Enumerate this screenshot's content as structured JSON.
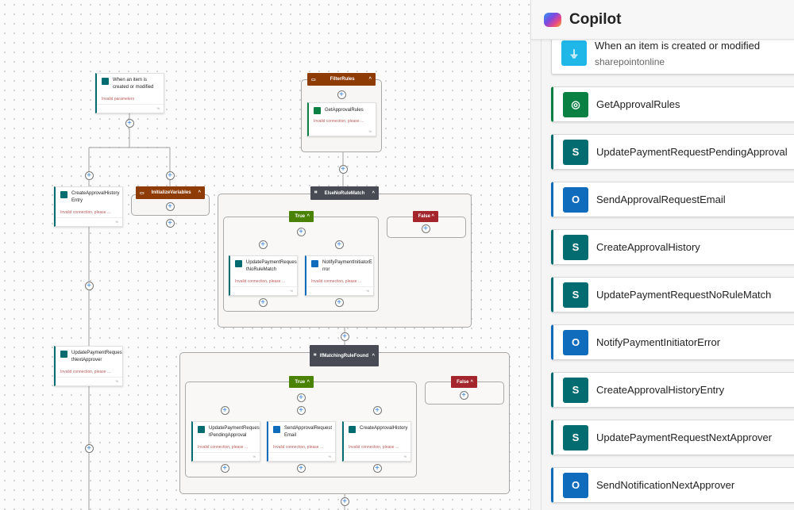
{
  "canvas": {
    "trigger": {
      "name": "When an item is created or modified",
      "status": "Invalid parameters"
    },
    "initialize_variables": {
      "label": "InitializeVariables"
    },
    "create_approval_history_entry": {
      "name": "CreateApprovalHistoryEntry",
      "status": "Invalid connection, please ..."
    },
    "update_next_approver": {
      "name": "UpdatePaymentRequestNextApprover",
      "status": "Invalid connection, please ..."
    },
    "filter_rules": {
      "label": "FilterRules",
      "card": {
        "name": "GetApprovalRules",
        "status": "Invalid connection, please ..."
      }
    },
    "else_no_rule_match": {
      "label": "ElseNoRuleMatch",
      "true_label": "True",
      "false_label": "False",
      "cards": [
        {
          "name": "UpdatePaymentRequestNoRuleMatch",
          "status": "Invalid connection, please ..."
        },
        {
          "name": "NotifyPaymentInitiatorError",
          "status": "Invalid connection, please ..."
        }
      ]
    },
    "if_matching_rule_found": {
      "label": "IfMatchingRuleFound",
      "true_label": "True",
      "false_label": "False",
      "cards": [
        {
          "name": "UpdatePaymentRequestPendingApproval",
          "status": "Invalid connection, please ..."
        },
        {
          "name": "SendApprovalRequestEmail",
          "status": "Invalid connection, please ..."
        },
        {
          "name": "CreateApprovalHistory",
          "status": "Invalid connection, please ..."
        }
      ]
    },
    "footer_glyph": "%"
  },
  "panel": {
    "title": "Copilot",
    "trigger": {
      "name": "When an item is created or modified",
      "connector": "sharepointonline"
    },
    "actions": [
      {
        "label": "GetApprovalRules",
        "icon": "dataverse-icon"
      },
      {
        "label": "UpdatePaymentRequestPendingApproval",
        "icon": "sharepoint-icon"
      },
      {
        "label": "SendApprovalRequestEmail",
        "icon": "outlook-icon"
      },
      {
        "label": "CreateApprovalHistory",
        "icon": "sharepoint-icon"
      },
      {
        "label": "UpdatePaymentRequestNoRuleMatch",
        "icon": "sharepoint-icon"
      },
      {
        "label": "NotifyPaymentInitiatorError",
        "icon": "outlook-icon"
      },
      {
        "label": "CreateApprovalHistoryEntry",
        "icon": "sharepoint-icon"
      },
      {
        "label": "UpdatePaymentRequestNextApprover",
        "icon": "sharepoint-icon"
      },
      {
        "label": "SendNotificationNextApprover",
        "icon": "outlook-icon"
      }
    ]
  },
  "colors": {
    "sharepoint": "#036c70",
    "outlook": "#0f6cbd",
    "dataverse": "#0b8043",
    "scope": "#8f3b05",
    "condition": "#484b53",
    "true": "#498205",
    "false": "#a4262c"
  }
}
